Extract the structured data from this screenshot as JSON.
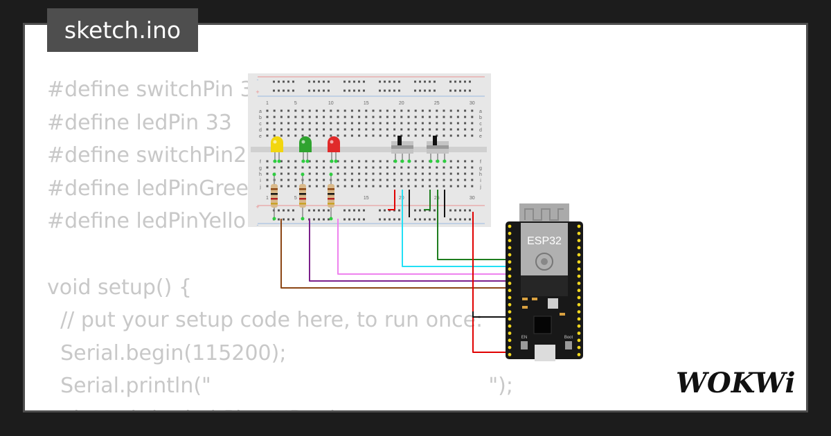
{
  "tab": {
    "filename": "sketch.ino"
  },
  "code_lines": [
    "#define switchPin 3",
    "#define ledPin 33",
    "#define switchPin2",
    "#define ledPinGree",
    "#define ledPinYello",
    "",
    "void setup() {",
    "  // put your setup code here, to run once:",
    "  Serial.begin(115200);",
    "  Serial.println(\"                                          \");",
    "  pinMode(switchPin, INPUT);"
  ],
  "breadboard": {
    "column_numbers": [
      "1",
      "5",
      "10",
      "15",
      "20",
      "25",
      "30"
    ],
    "row_letters_top": [
      "a",
      "b",
      "c",
      "d",
      "e"
    ],
    "row_letters_bottom": [
      "f",
      "g",
      "h",
      "i",
      "j"
    ],
    "rail_plus": "+",
    "rail_minus": "-"
  },
  "components": {
    "leds": [
      {
        "color_name": "yellow",
        "color": "#f2d60f"
      },
      {
        "color_name": "green",
        "color": "#2fa32f"
      },
      {
        "color_name": "red",
        "color": "#e02a2a"
      }
    ],
    "switches": 2,
    "resistors": 3
  },
  "board": {
    "label": "ESP32",
    "button_labels": [
      "EN",
      "Boot"
    ]
  },
  "wire_colors": {
    "brown": "#8b4513",
    "purple": "#7b1f8a",
    "pink": "#ee82ee",
    "cyan": "#22e0f5",
    "green": "#1e7d1e",
    "red": "#e00000",
    "black": "#111111"
  },
  "brand": {
    "name": "WOKWi"
  }
}
